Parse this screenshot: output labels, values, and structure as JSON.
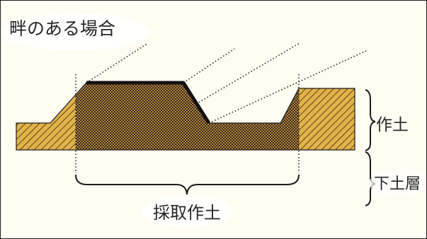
{
  "title": "畔のある場合",
  "labels": {
    "topsoil": "作土",
    "subsoil": "下土層",
    "harvested_topsoil": "採取作土"
  },
  "colors": {
    "background": "#fffcf2",
    "hatch_fill": "#e2b24a",
    "crosshatch_fill": "#a27a3d",
    "line": "#1c1c1c"
  }
}
